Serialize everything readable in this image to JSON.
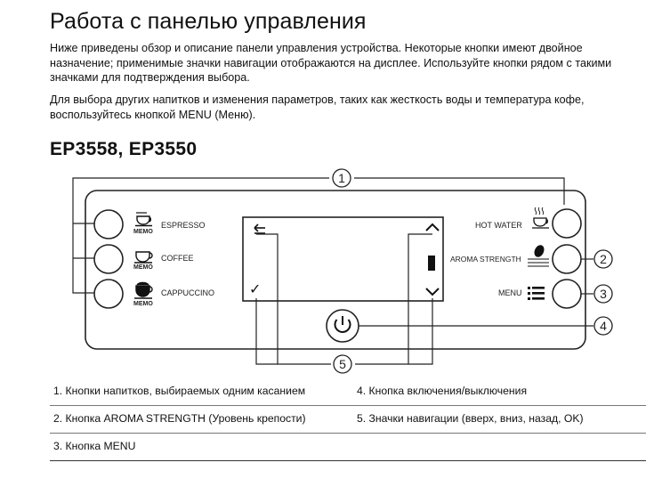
{
  "heading": "Работа с панелью управления",
  "paragraph1": "Ниже приведены обзор и описание панели управления устройства. Некоторые кнопки имеют двойное назначение; применимые значки навигации отображаются на дисплее. Используйте кнопки рядом с такими значками для подтверждения выбора.",
  "paragraph2": "Для выбора других напитков и изменения параметров, таких как жесткость воды и температура кофе, воспользуйтесь кнопкой MENU (Меню).",
  "model": "EP3558, EP3550",
  "panel": {
    "left_buttons": [
      {
        "label": "ESPRESSO",
        "sub": "MEMO",
        "icon": "espresso-cup-icon"
      },
      {
        "label": "COFFEE",
        "sub": "MEMO",
        "icon": "coffee-cup-icon"
      },
      {
        "label": "CAPPUCCINO",
        "sub": "MEMO",
        "icon": "cappuccino-cup-icon"
      }
    ],
    "right_buttons": [
      {
        "label": "HOT WATER",
        "icon": "hot-water-icon"
      },
      {
        "label": "AROMA STRENGTH",
        "icon": "coffee-bean-icon"
      },
      {
        "label": "MENU",
        "icon": "menu-list-icon"
      }
    ],
    "callouts": [
      "1",
      "2",
      "3",
      "4",
      "5"
    ]
  },
  "legend": [
    [
      "1. Кнопки напитков, выбираемых одним касанием",
      "4. Кнопка включения/выключения"
    ],
    [
      "2. Кнопка AROMA STRENGTH (Уровень крепости)",
      "5. Значки навигации (вверх, вниз, назад, OK)"
    ],
    [
      "3. Кнопка MENU",
      ""
    ]
  ]
}
